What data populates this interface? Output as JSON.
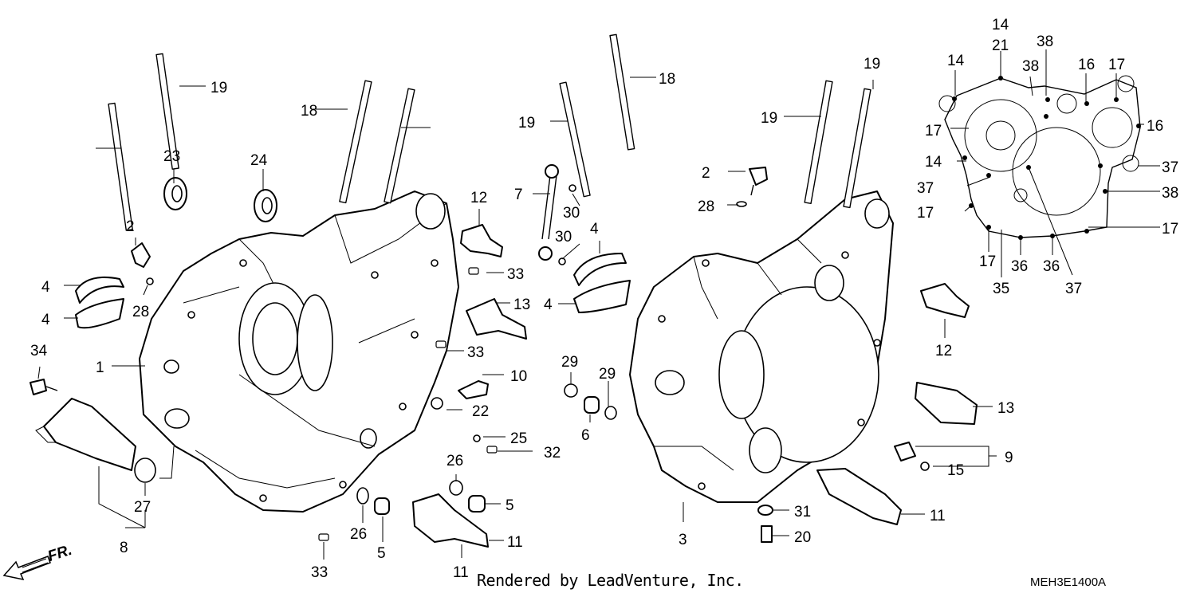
{
  "credit": "Rendered by LeadVenture, Inc.",
  "diagram_code": "MEH3E1400A",
  "front_indicator": "FR.",
  "labels": [
    "14",
    "21",
    "38",
    "14",
    "38",
    "16",
    "17",
    "17",
    "16",
    "14",
    "37",
    "37",
    "38",
    "17",
    "17",
    "17",
    "36",
    "36",
    "35",
    "37",
    "19",
    "18",
    "19",
    "18",
    "19",
    "19",
    "23",
    "24",
    "12",
    "2",
    "2",
    "28",
    "4",
    "4",
    "28",
    "7",
    "30",
    "30",
    "4",
    "4",
    "33",
    "13",
    "33",
    "12",
    "34",
    "1",
    "10",
    "29",
    "29",
    "22",
    "6",
    "13",
    "25",
    "32",
    "9",
    "15",
    "26",
    "27",
    "5",
    "11",
    "8",
    "26",
    "5",
    "31",
    "20",
    "3",
    "11",
    "33",
    "11"
  ]
}
